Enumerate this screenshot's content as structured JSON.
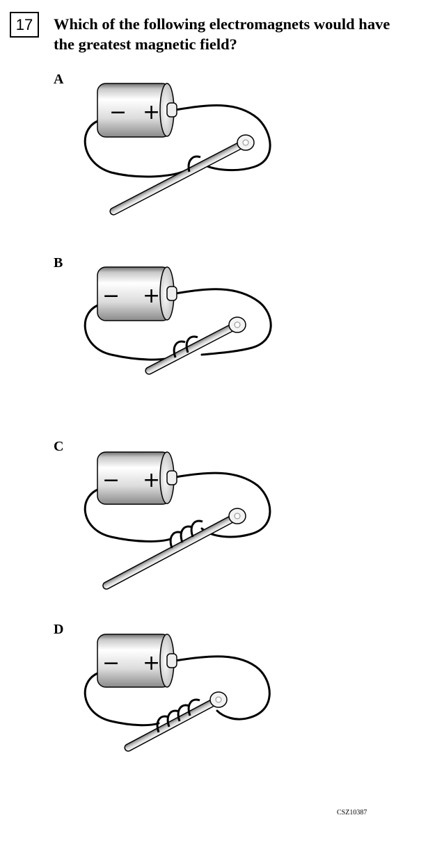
{
  "question": {
    "number": "17",
    "text": "Which of the following electromagnets would have the greatest magnetic field?"
  },
  "options": [
    {
      "label": "A",
      "coil_turns": 1
    },
    {
      "label": "B",
      "coil_turns": 2
    },
    {
      "label": "C",
      "coil_turns": 3
    },
    {
      "label": "D",
      "coil_turns": 4
    }
  ],
  "battery": {
    "negative_sign": "−",
    "positive_sign": "+"
  },
  "item_code": "CSZ10387"
}
